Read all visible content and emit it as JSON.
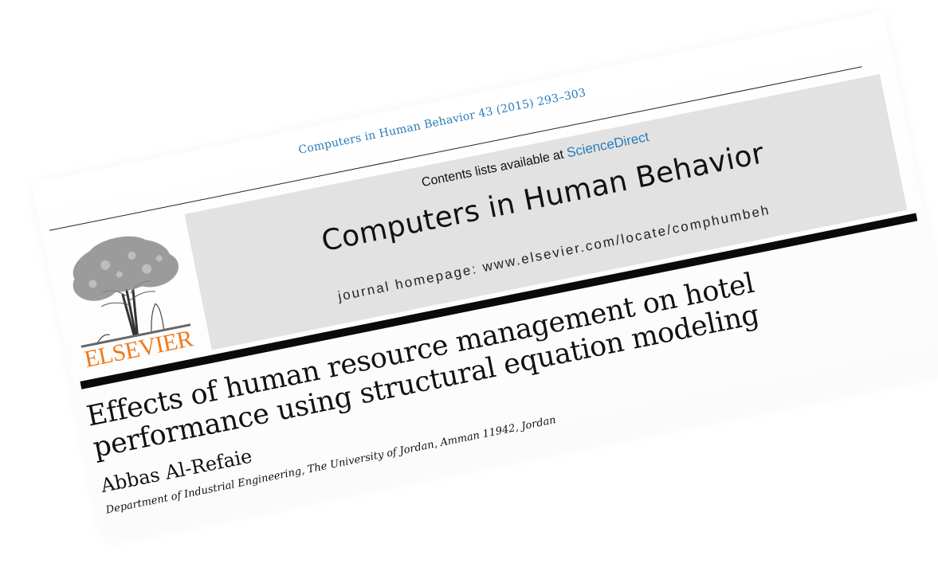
{
  "citation": "Computers in Human Behavior 43 (2015) 293–303",
  "banner": {
    "contents_prefix": "Contents lists available at ",
    "sciencedirect": "ScienceDirect",
    "journal_title": "Computers in Human Behavior",
    "homepage": "journal homepage: www.elsevier.com/locate/comphumbeh"
  },
  "publisher": {
    "name": "ELSEVIER",
    "logo_icon": "elsevier-tree-icon"
  },
  "article": {
    "title": "Effects of human resource management on hotel performance using structural equation modeling",
    "author": "Abbas Al-Refaie",
    "affiliation": "Department of Industrial Engineering, The University of Jordan, Amman 11942, Jordan"
  },
  "colors": {
    "link_blue": "#2a7bb8",
    "elsevier_orange": "#f07a1a",
    "banner_gray": "#e2e2e2"
  }
}
